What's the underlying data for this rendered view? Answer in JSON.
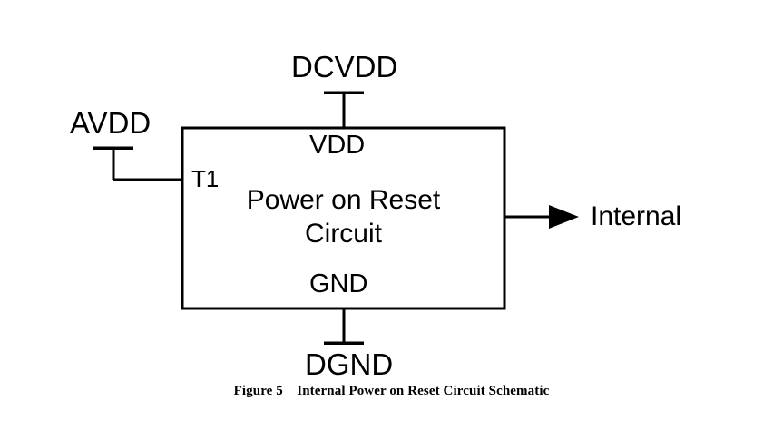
{
  "figure": {
    "caption_number": "Figure 5",
    "caption_title": "Internal Power on Reset Circuit Schematic",
    "caption_full": "Figure 5    Internal Power on Reset Circuit Schematic"
  },
  "block": {
    "title_line1": "Power on Reset",
    "title_line2": "Circuit",
    "pin_label": "T1",
    "ports": {
      "top": "VDD",
      "bottom": "GND"
    }
  },
  "rails": {
    "top_supply": "DCVDD",
    "left_supply": "AVDD",
    "bottom_ground": "DGND"
  },
  "output": {
    "label": "Internal"
  },
  "colors": {
    "background": "#ffffff",
    "line": "#000000",
    "text": "#000000"
  }
}
